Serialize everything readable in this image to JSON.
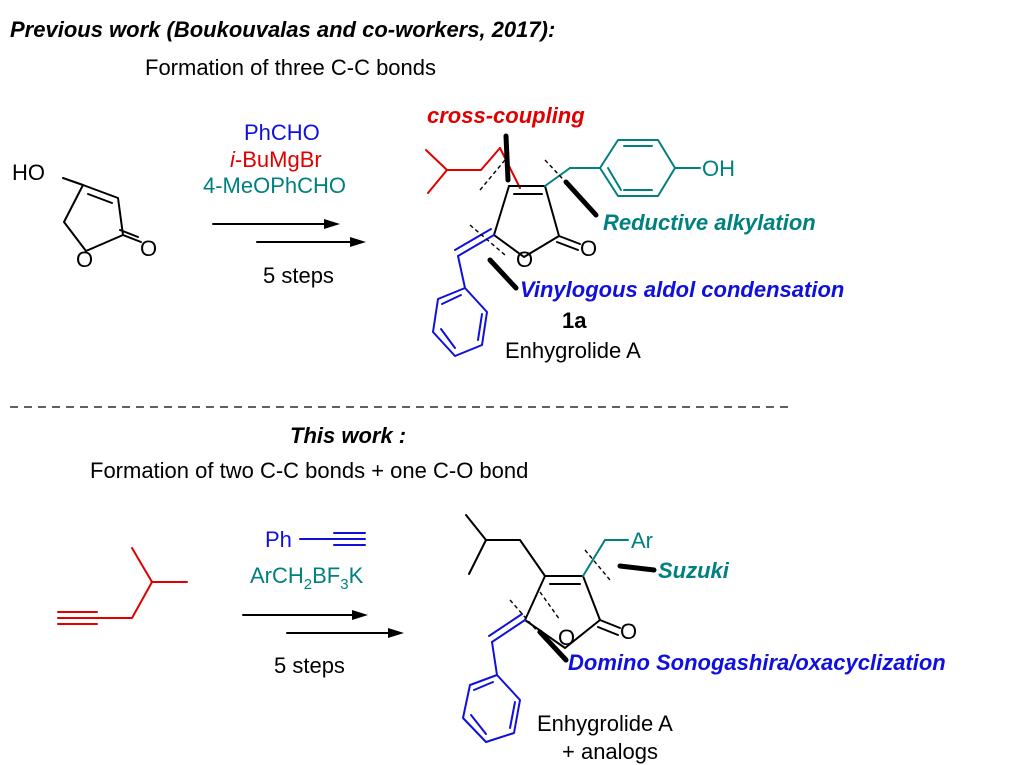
{
  "colors": {
    "black": "#000000",
    "red": "#e00000",
    "teal": "#008080",
    "blue": "#1010dd"
  },
  "previous": {
    "header": "Previous work (Boukouvalas and co-workers, 2017):",
    "subtitle": "Formation of three C-C bonds",
    "reagents": {
      "r1": "PhCHO",
      "r2_italic": "i",
      "r2_rest": "-BuMgBr",
      "r3": "4-MeOPhCHO"
    },
    "steps": "5 steps",
    "sm_atoms": {
      "ho": "HO",
      "o_ring": "O",
      "o_carbonyl": "O"
    },
    "product_atoms": {
      "oh": "OH",
      "o_ring": "O",
      "o_carbonyl": "O"
    },
    "bond_labels": {
      "cross_coupling": "cross-coupling",
      "reductive_alkylation": "Reductive alkylation",
      "vinylogous": "Vinylogous aldol condensation"
    },
    "compound_number": "1a",
    "compound_name": "Enhygrolide A"
  },
  "this_work": {
    "header": "This work :",
    "subtitle": "Formation of two C-C bonds + one C-O bond",
    "reagents": {
      "ph": "Ph",
      "ar_base": "ArCH",
      "ar_sub1": "2",
      "ar_mid": "BF",
      "ar_sub2": "3",
      "ar_end": "K"
    },
    "steps": "5 steps",
    "product_atoms": {
      "ar": "Ar",
      "o_ring": "O",
      "o_carbonyl": "O"
    },
    "bond_labels": {
      "suzuki": "Suzuki",
      "domino": "Domino Sonogashira/oxacyclization"
    },
    "product_name": "Enhygrolide A",
    "product_suffix": "+ analogs"
  }
}
